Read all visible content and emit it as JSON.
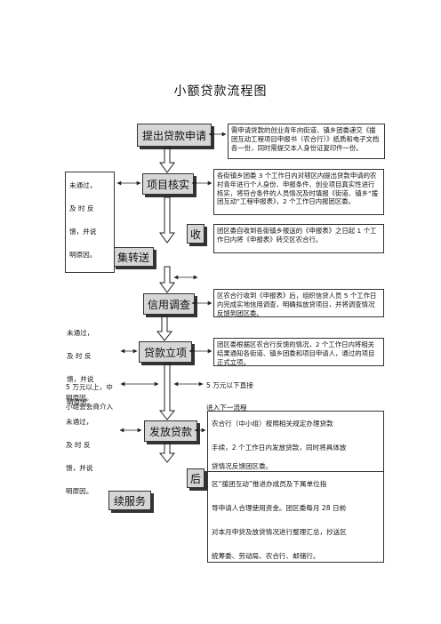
{
  "title": "小额贷款流程图",
  "stages": {
    "apply": "提出贷款申请",
    "verify": "项目核实",
    "collect": "收集转送",
    "collect_part1": "收",
    "collect_part2": "集转送",
    "investigate": "信用调查",
    "approve": "贷款立项",
    "disburse": "发放贷款",
    "after_part1": "后",
    "after_part2": "续服务"
  },
  "notes": {
    "apply": "需申请贷款的创业青年向街道、镇乡团委递交《援团互动工程项目申报书（农合行）》纸质和电子文档各一份，同时需提交本人身份证复印件一份。",
    "verify": "各街镇乡团委 3 个工作日内对辖区内提出贷款申请的农村青年进行个人身份、申报条件、创业项目真实性进行核实，将符合条件的人员情况及时填报《街道、镇乡“援团互动”工程申报表》，2 个工作日内报团区委。",
    "collect": "团区委自收到各街镇乡报送的《申报表》之日起 1 个工作日内将《申报表》转交区农合行。",
    "investigate": "区农合行收到《申报表》后，组织信贷人员 5 个工作日内完成实地信用调查，明确拟放贷项目，并将调查情况反馈到团区委。",
    "approve": "团区委根据区农合行反馈的情况，2 个工作日内将相关结果通知各街道、镇乡团委和项目申请人，通过的项目正式立项。",
    "disburse_line1": "农合行（中小组）按照相关规定办理贷款",
    "disburse_line2": "手续，2 个工作日内发放贷款，同时将具体放",
    "disburse_line3": "贷情况反馈团区委。",
    "after_line1": "区“援团互动”推进办成员及下属单位指",
    "after_line2": "导申请人合理使用资金。团区委每月 28 日前",
    "after_line3": "对本月申贷及放贷情况进行整理汇总，抄送区",
    "after_line4": "统筹委、劳动局、农合行、邮储行。"
  },
  "side": {
    "reject_text": "未通过，\n及 时 反\n馈，并说\n明原因。",
    "over_5w": "5 万元以上，中",
    "over_5w_line2": "明原因。",
    "over_5w_line3": "小组会会商介入",
    "under_5w_line1": "5 万元以下直接",
    "under_5w_line2": "进入下一流程"
  }
}
